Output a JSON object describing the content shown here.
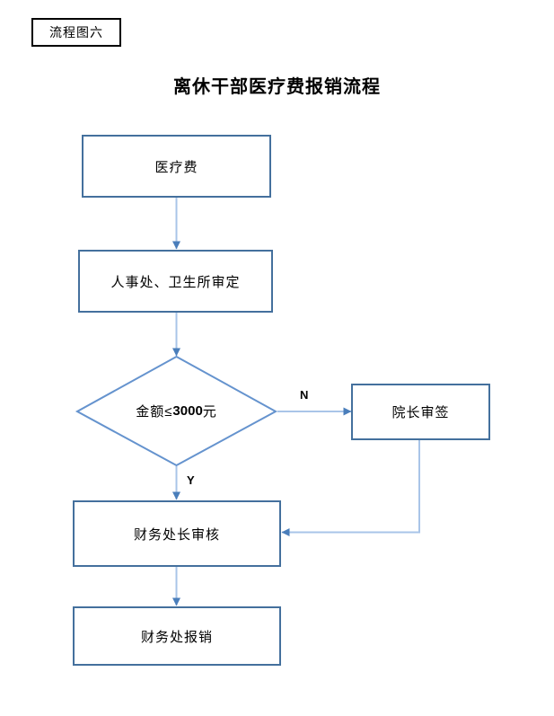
{
  "page": {
    "tag_label": "流程图六",
    "title": "离休干部医疗费报销流程"
  },
  "flowchart": {
    "nodes": {
      "medical_fee": "医疗费",
      "personnel_review": "人事处、卫生所审定",
      "decision_prefix": "金额≤",
      "decision_amount": "3000",
      "decision_suffix": " 元",
      "dean_approval": "院长审签",
      "finance_director_review": "财务处长审核",
      "finance_office_reimburse": "财务处报销"
    },
    "edge_labels": {
      "no": "N",
      "yes": "Y"
    },
    "colors": {
      "box_border": "#44709d",
      "diamond_border": "#6593ce",
      "connector_line": "#a9c5e8",
      "arrowhead": "#4a7ebb",
      "tag_border": "#000000",
      "text": "#000000",
      "background": "#ffffff"
    }
  }
}
